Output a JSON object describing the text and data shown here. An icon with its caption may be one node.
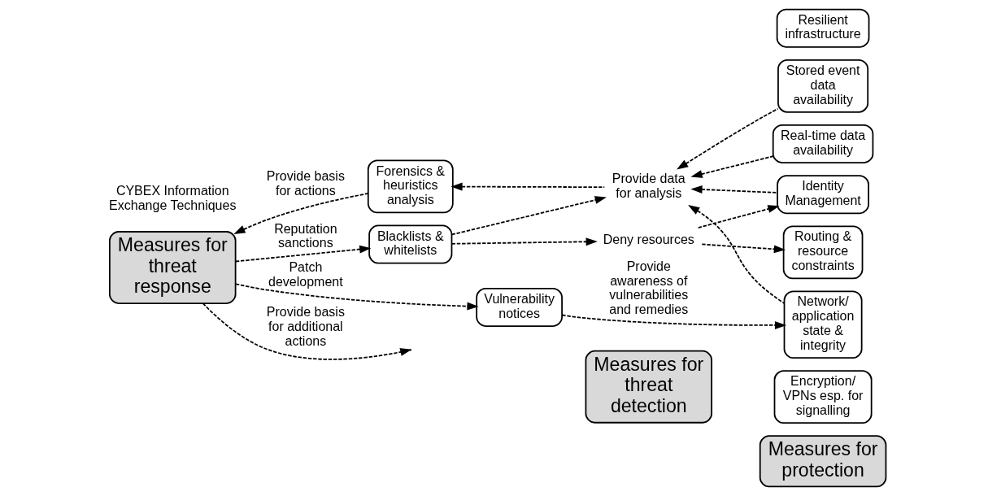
{
  "diagram": {
    "nodes": [
      {
        "text": [
          "Measures for threat detection"
        ]
      },
      {
        "text": [
          "Measures for protection"
        ]
      },
      {
        "text": [
          "Encryption/ VPNs esp. for signalling"
        ]
      },
      {
        "text": [
          "Real-time data availability"
        ]
      },
      {
        "text": [
          "Stored event data availability"
        ]
      },
      {
        "text": [
          "Resilient infrastructure"
        ]
      },
      {
        "text": [
          "Provide data for analysis"
        ]
      },
      {
        "text": [
          "Forensics & heuristics analysis"
        ]
      },
      {
        "text": [
          "Identity Management"
        ]
      },
      {
        "text": [
          "Routing & resource constraints"
        ]
      },
      {
        "text": [
          "Measures for threat response"
        ]
      },
      {
        "text": [
          "Blacklists & whitelists"
        ]
      },
      {
        "text": [
          "Deny resources"
        ]
      },
      {
        "text": [
          "Vulnerability notices"
        ]
      },
      {
        "text": [
          "Network/ application state & integrity"
        ]
      }
    ],
    "edges": [
      {
        "from": 10,
        "to": null,
        "arrow": "to",
        "label": "Provide basis for additional actions",
        "style": "dashed"
      },
      {
        "from": 7,
        "to": 10,
        "arrow": "to",
        "label": "Provide basis for actions",
        "style": "dashed"
      },
      {
        "from": 6,
        "to": 7,
        "arrow": "to",
        "style": "dashed"
      },
      {
        "from": 3,
        "to": 6,
        "arrow": "to",
        "style": "dashed"
      },
      {
        "from": 4,
        "to": 6,
        "arrow": "to",
        "style": "dashed"
      },
      {
        "from": 8,
        "to": 6,
        "arrow": "to",
        "style": "dashed"
      },
      {
        "from": 14,
        "to": 6,
        "arrow": "to",
        "style": "dashed"
      },
      {
        "from": 11,
        "to": 6,
        "arrow": "to",
        "style": "dashed"
      },
      {
        "from": 10,
        "to": 11,
        "arrow": "to",
        "label": "Reputation sanctions",
        "style": "dashed"
      },
      {
        "from": 10,
        "to": 13,
        "arrow": "to",
        "label": "Patch development",
        "style": "dashed"
      },
      {
        "from": 11,
        "to": 12,
        "arrow": "to",
        "style": "dashed"
      },
      {
        "from": 12,
        "to": 8,
        "arrow": "to",
        "style": "dashed"
      },
      {
        "from": 12,
        "to": 9,
        "arrow": "to",
        "style": "dashed"
      },
      {
        "from": 13,
        "to": 14,
        "arrow": "to",
        "label": "Provide awareness of vulnerabilities and remedies",
        "style": "dashed"
      }
    ],
    "legend": [
      {
        "text": "CYBEX Information Exchange Techniques"
      }
    ]
  }
}
